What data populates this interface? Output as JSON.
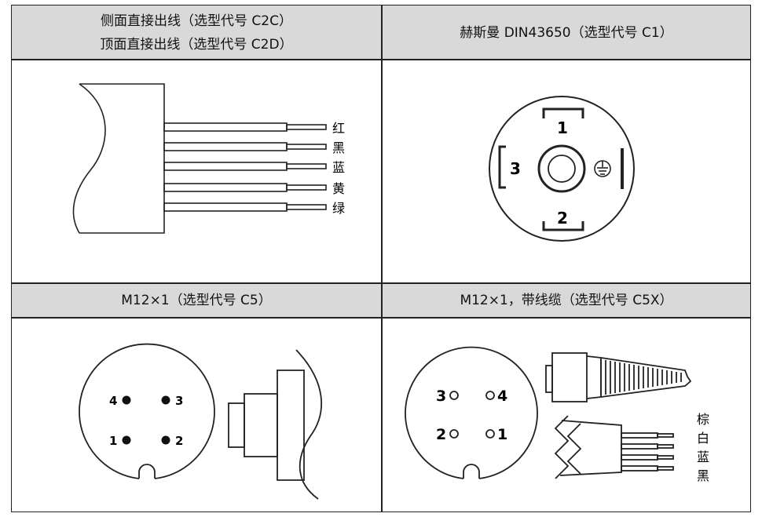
{
  "headers": {
    "c2c_line": "侧面直接出线（选型代号 C2C）",
    "c2d_line": "顶面直接出线（选型代号 C2D）",
    "c1": "赫斯曼 DIN43650（选型代号 C1）",
    "c5": "M12×1（选型代号 C5）",
    "c5x": "M12×1，带线缆（选型代号 C5X）"
  },
  "wires": {
    "red": "红",
    "black": "黑",
    "blue": "蓝",
    "yellow": "黄",
    "green": "绿"
  },
  "din": {
    "pin1": "1",
    "pin2": "2",
    "pin3": "3"
  },
  "m12": {
    "pin1": "1",
    "pin2": "2",
    "pin3": "3",
    "pin4": "4"
  },
  "m12x": {
    "pin1": "1",
    "pin2": "2",
    "pin3": "3",
    "pin4": "4",
    "wire_brown": "棕",
    "wire_white": "白",
    "wire_blue": "蓝",
    "wire_black": "黑"
  }
}
